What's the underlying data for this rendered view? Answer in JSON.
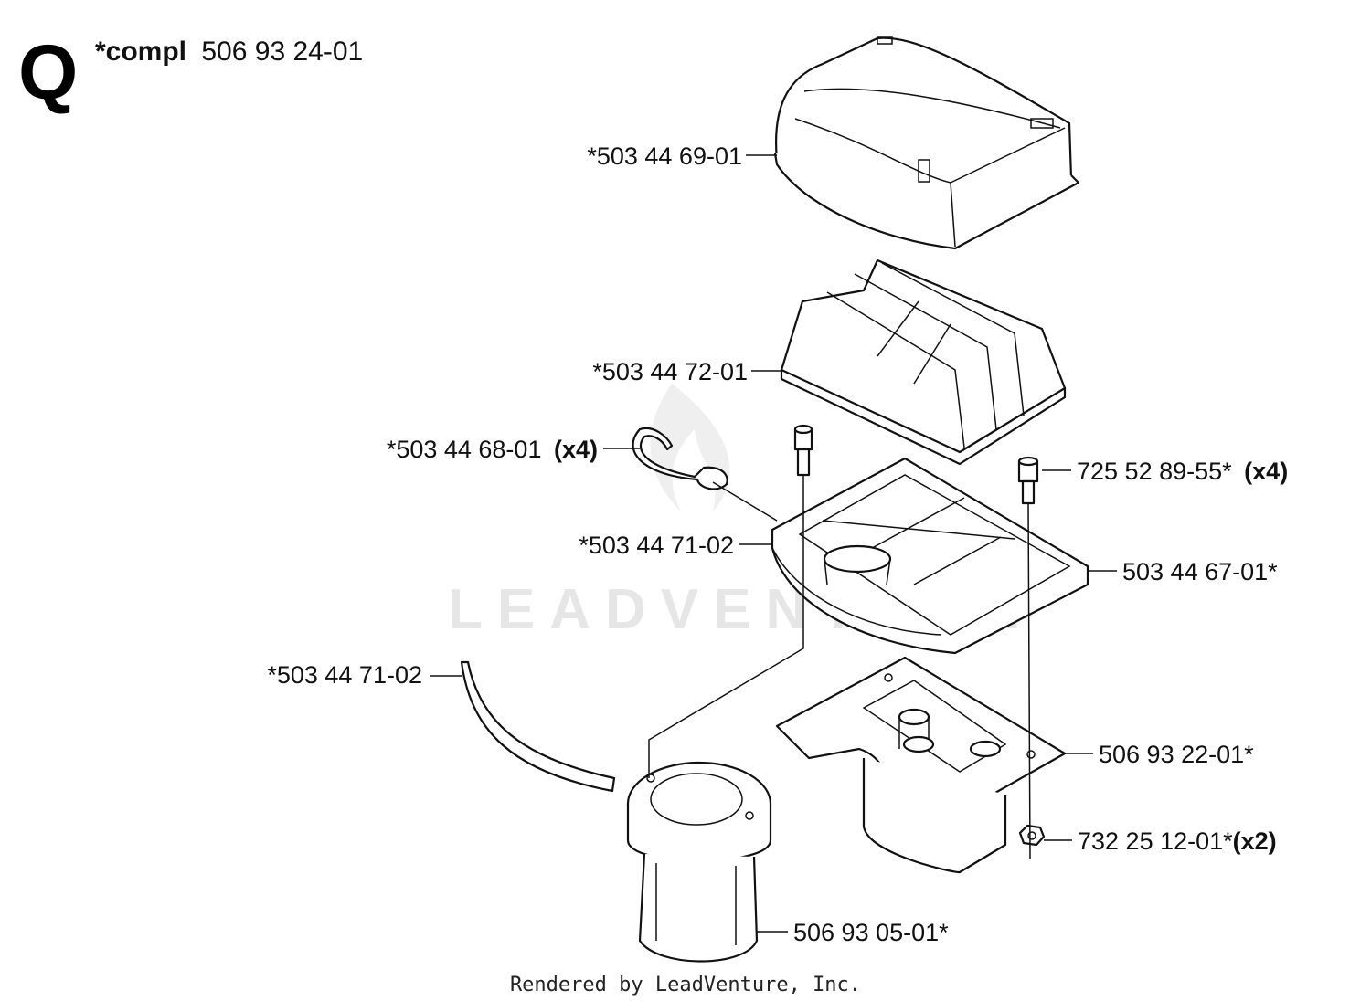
{
  "section_letter": "Q",
  "header": {
    "prefix": "*compl",
    "number": "506 93 24-01"
  },
  "watermark": "LEADVENTURE",
  "footer": "Rendered by LeadVenture, Inc.",
  "callouts": [
    {
      "id": "c1",
      "number": "*503 44 69-01",
      "qty": ""
    },
    {
      "id": "c2",
      "number": "*503 44 72-01",
      "qty": ""
    },
    {
      "id": "c3",
      "number": "*503 44 68-01",
      "qty": "(x4)"
    },
    {
      "id": "c4",
      "number": "725 52 89-55*",
      "qty": "(x4)"
    },
    {
      "id": "c5",
      "number": "*503 44 71-02",
      "qty": ""
    },
    {
      "id": "c6",
      "number": "503 44 67-01*",
      "qty": ""
    },
    {
      "id": "c7",
      "number": "*503 44 71-02",
      "qty": ""
    },
    {
      "id": "c8",
      "number": "506 93 22-01*",
      "qty": ""
    },
    {
      "id": "c9",
      "number": "732 25 12-01*",
      "qty": "(x2)"
    },
    {
      "id": "c10",
      "number": "506 93 05-01*",
      "qty": ""
    }
  ]
}
